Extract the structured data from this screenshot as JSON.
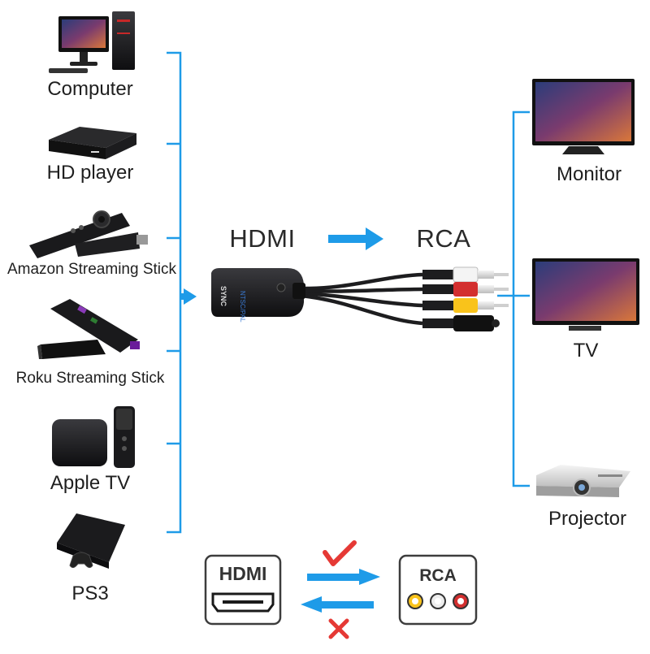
{
  "colors": {
    "accent_blue": "#1e9be8",
    "check_red": "#e53935",
    "cable_black": "#1d1d1f"
  },
  "sources": [
    {
      "label": "Computer",
      "icon": "computer-icon"
    },
    {
      "label": "HD player",
      "icon": "hd-player-icon"
    },
    {
      "label": "Amazon Streaming Stick",
      "icon": "amazon-stick-icon"
    },
    {
      "label": "Roku Streaming Stick",
      "icon": "roku-stick-icon"
    },
    {
      "label": "Apple TV",
      "icon": "apple-tv-icon"
    },
    {
      "label": "PS3",
      "icon": "ps3-icon"
    }
  ],
  "outputs": [
    {
      "label": "Monitor",
      "icon": "monitor-icon"
    },
    {
      "label": "TV",
      "icon": "tv-icon"
    },
    {
      "label": "Projector",
      "icon": "projector-icon"
    }
  ],
  "conversion": {
    "from": "HDMI",
    "to": "RCA",
    "adapter_brand": "SYNC",
    "adapter_mode": "NTSC/PAL"
  },
  "direction_legend": {
    "hdmi_box": "HDMI",
    "rca_box": "RCA",
    "forward_icon": "check-mark-icon",
    "reverse_icon": "cross-mark-icon"
  }
}
